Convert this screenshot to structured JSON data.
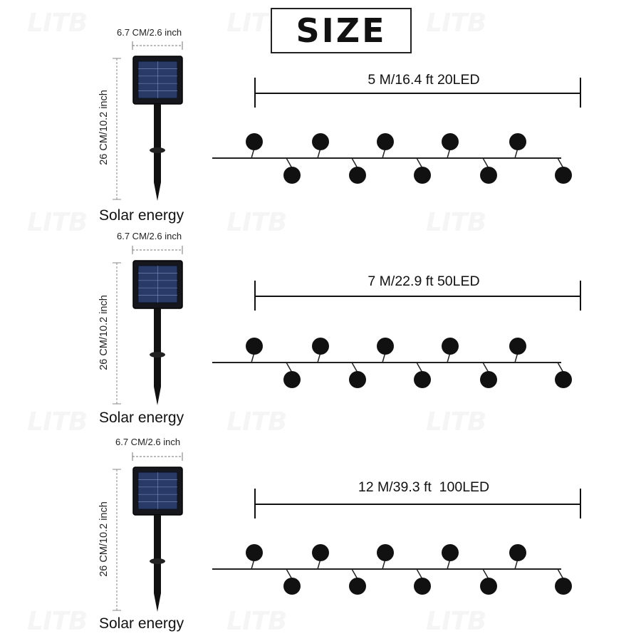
{
  "title": "SIZE",
  "watermark_text": "LITB",
  "panel_width_label": "6.7 CM/2.6 inch",
  "panel_height_label": "26 CM/10.2 inch",
  "panel_caption": "Solar energy",
  "variants": [
    {
      "length_label": "5 M/16.4 ft 20LED"
    },
    {
      "length_label": "7 M/22.9 ft 50LED"
    },
    {
      "length_label": "12 M/39.3 ft  100LED"
    }
  ],
  "colors": {
    "ink": "#111111",
    "panel": "#15171c",
    "cell": "#2a3a66"
  }
}
